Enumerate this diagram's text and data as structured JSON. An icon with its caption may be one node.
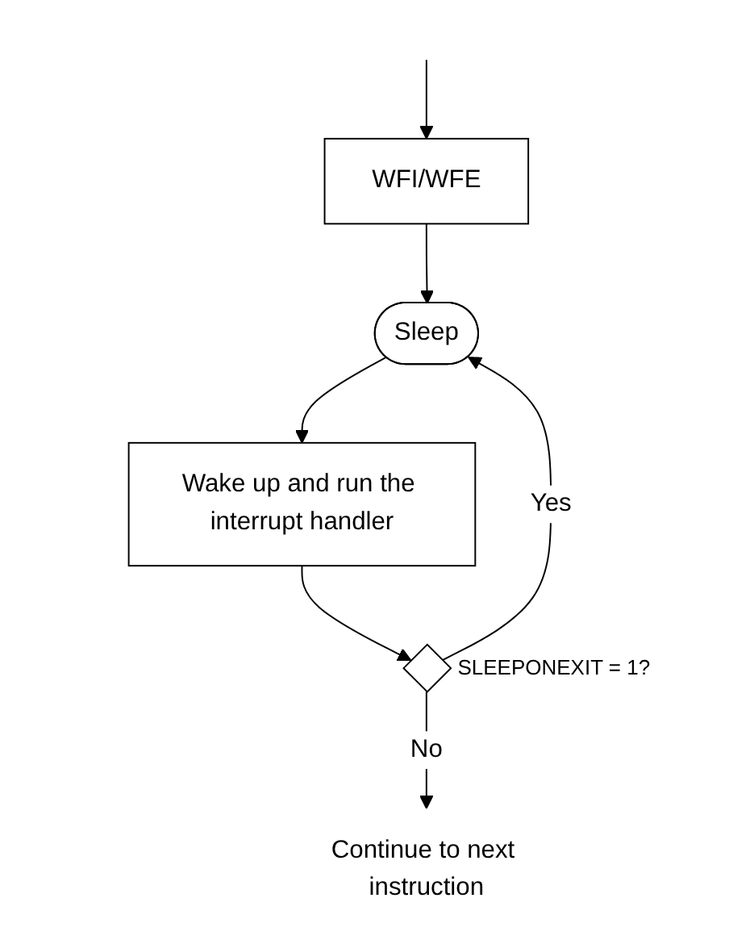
{
  "diagram": {
    "nodes": [
      {
        "text": [
          "WFI/WFE"
        ]
      },
      {
        "text": [
          "Sleep"
        ]
      },
      {
        "text": [
          "Wake up and run the interrupt handler"
        ]
      },
      {
        "text": [],
        "shape": "diamond",
        "beside": [
          "SLEEPONEXIT = 1?"
        ]
      },
      {
        "text": [
          "Continue to next instruction"
        ]
      }
    ],
    "edges": [
      {
        "from": null,
        "to": 0,
        "arrow": "to"
      },
      {
        "from": 0,
        "to": 1,
        "arrow": "to"
      },
      {
        "from": 1,
        "to": 2,
        "arrow": "to"
      },
      {
        "from": 2,
        "to": 3,
        "arrow": "to"
      },
      {
        "from": 3,
        "to": 1,
        "arrow": "to",
        "label": "Yes"
      },
      {
        "from": 3,
        "to": 4,
        "arrow": "to",
        "label": "No"
      }
    ]
  }
}
